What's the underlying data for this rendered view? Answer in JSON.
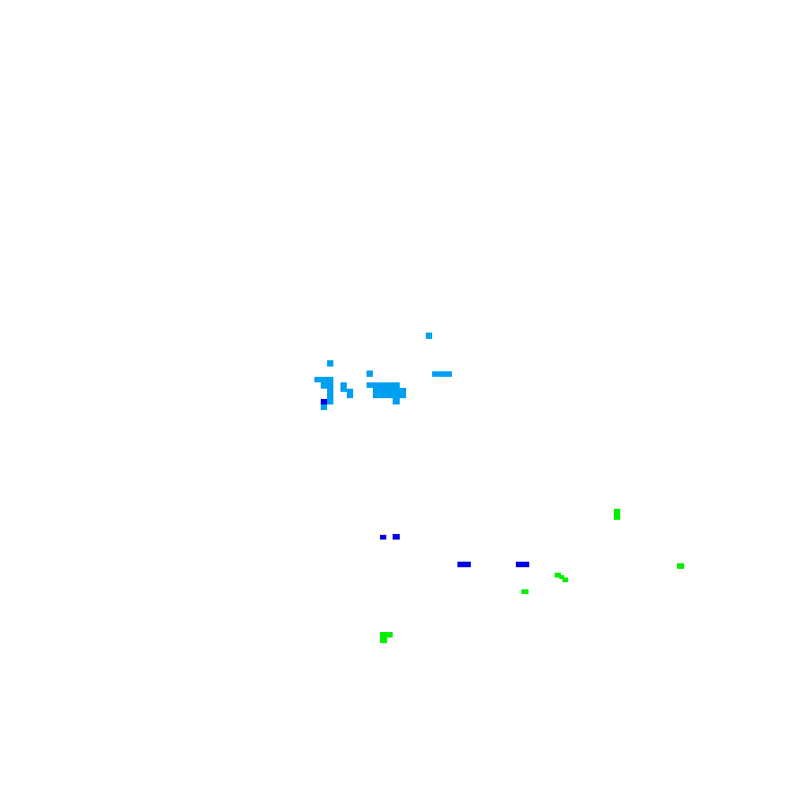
{
  "colors": {
    "background": "#ffffff",
    "light_blue": "#00a0f0",
    "blue": "#0000e6",
    "green": "#00f000"
  },
  "clusters": [
    {
      "name": "light-blue-cluster",
      "color": "light_blue"
    },
    {
      "name": "blue-cluster",
      "color": "blue"
    },
    {
      "name": "green-cluster",
      "color": "green"
    }
  ]
}
